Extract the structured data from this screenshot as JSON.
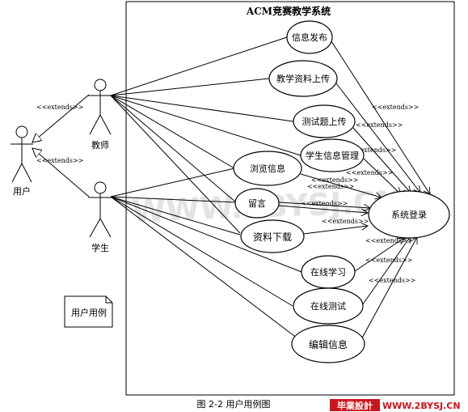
{
  "diagram": {
    "system_title": "ACM竞赛教学系统",
    "actors": {
      "user": "用户",
      "teacher": "教师",
      "student": "学生"
    },
    "extends_label": "<<extends>>",
    "use_cases": {
      "publish": "信息发布",
      "upload_materials": "教学资料上传",
      "upload_tests": "测试题上传",
      "student_mgmt": "学生信息管理",
      "browse": "浏览信息",
      "message": "留言",
      "download": "资料下载",
      "login": "系统登录",
      "online_study": "在线学习",
      "online_test": "在线测试",
      "edit_info": "编辑信息"
    },
    "note": "用户用例",
    "watermark": "WWW.2BYSJ.CN",
    "caption": "图 2-2 用户用例图",
    "footer_logo": {
      "brand": "毕業設計",
      "site": "WWW.2BYSJ.CN"
    },
    "colors": {
      "logo_red": "#c8161d",
      "watermark": "#e3e3e3"
    }
  }
}
